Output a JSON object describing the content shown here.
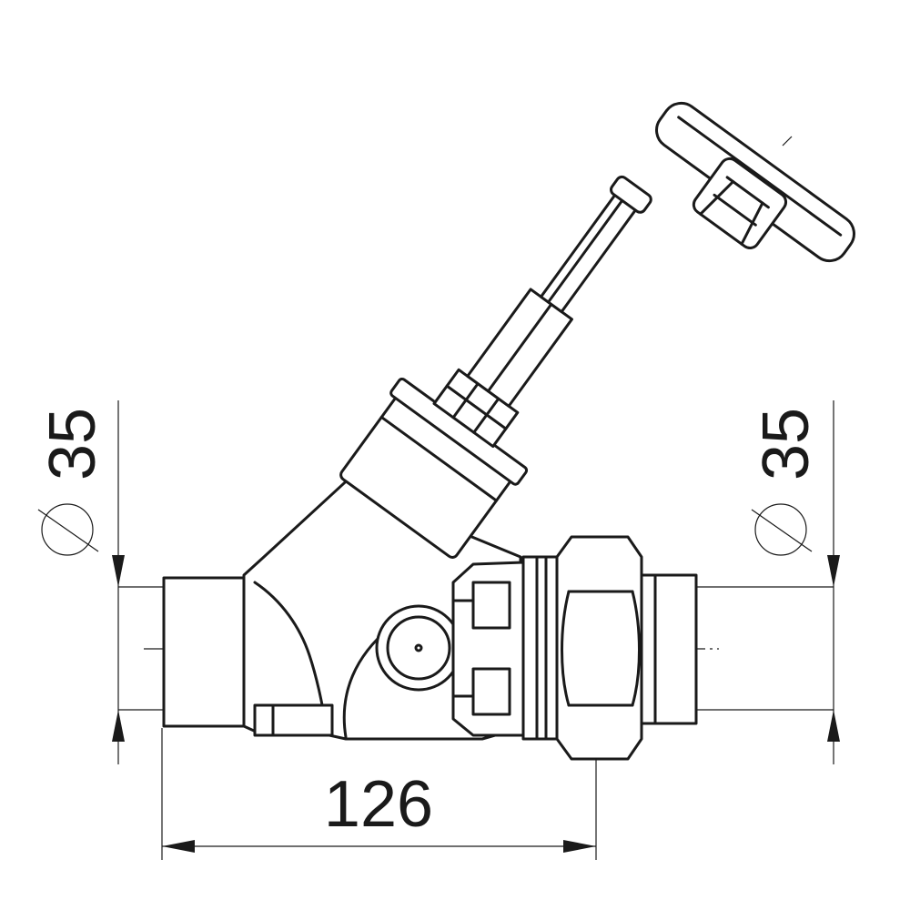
{
  "dimensions": {
    "left_diameter": "35",
    "right_diameter": "35",
    "length": "126"
  }
}
